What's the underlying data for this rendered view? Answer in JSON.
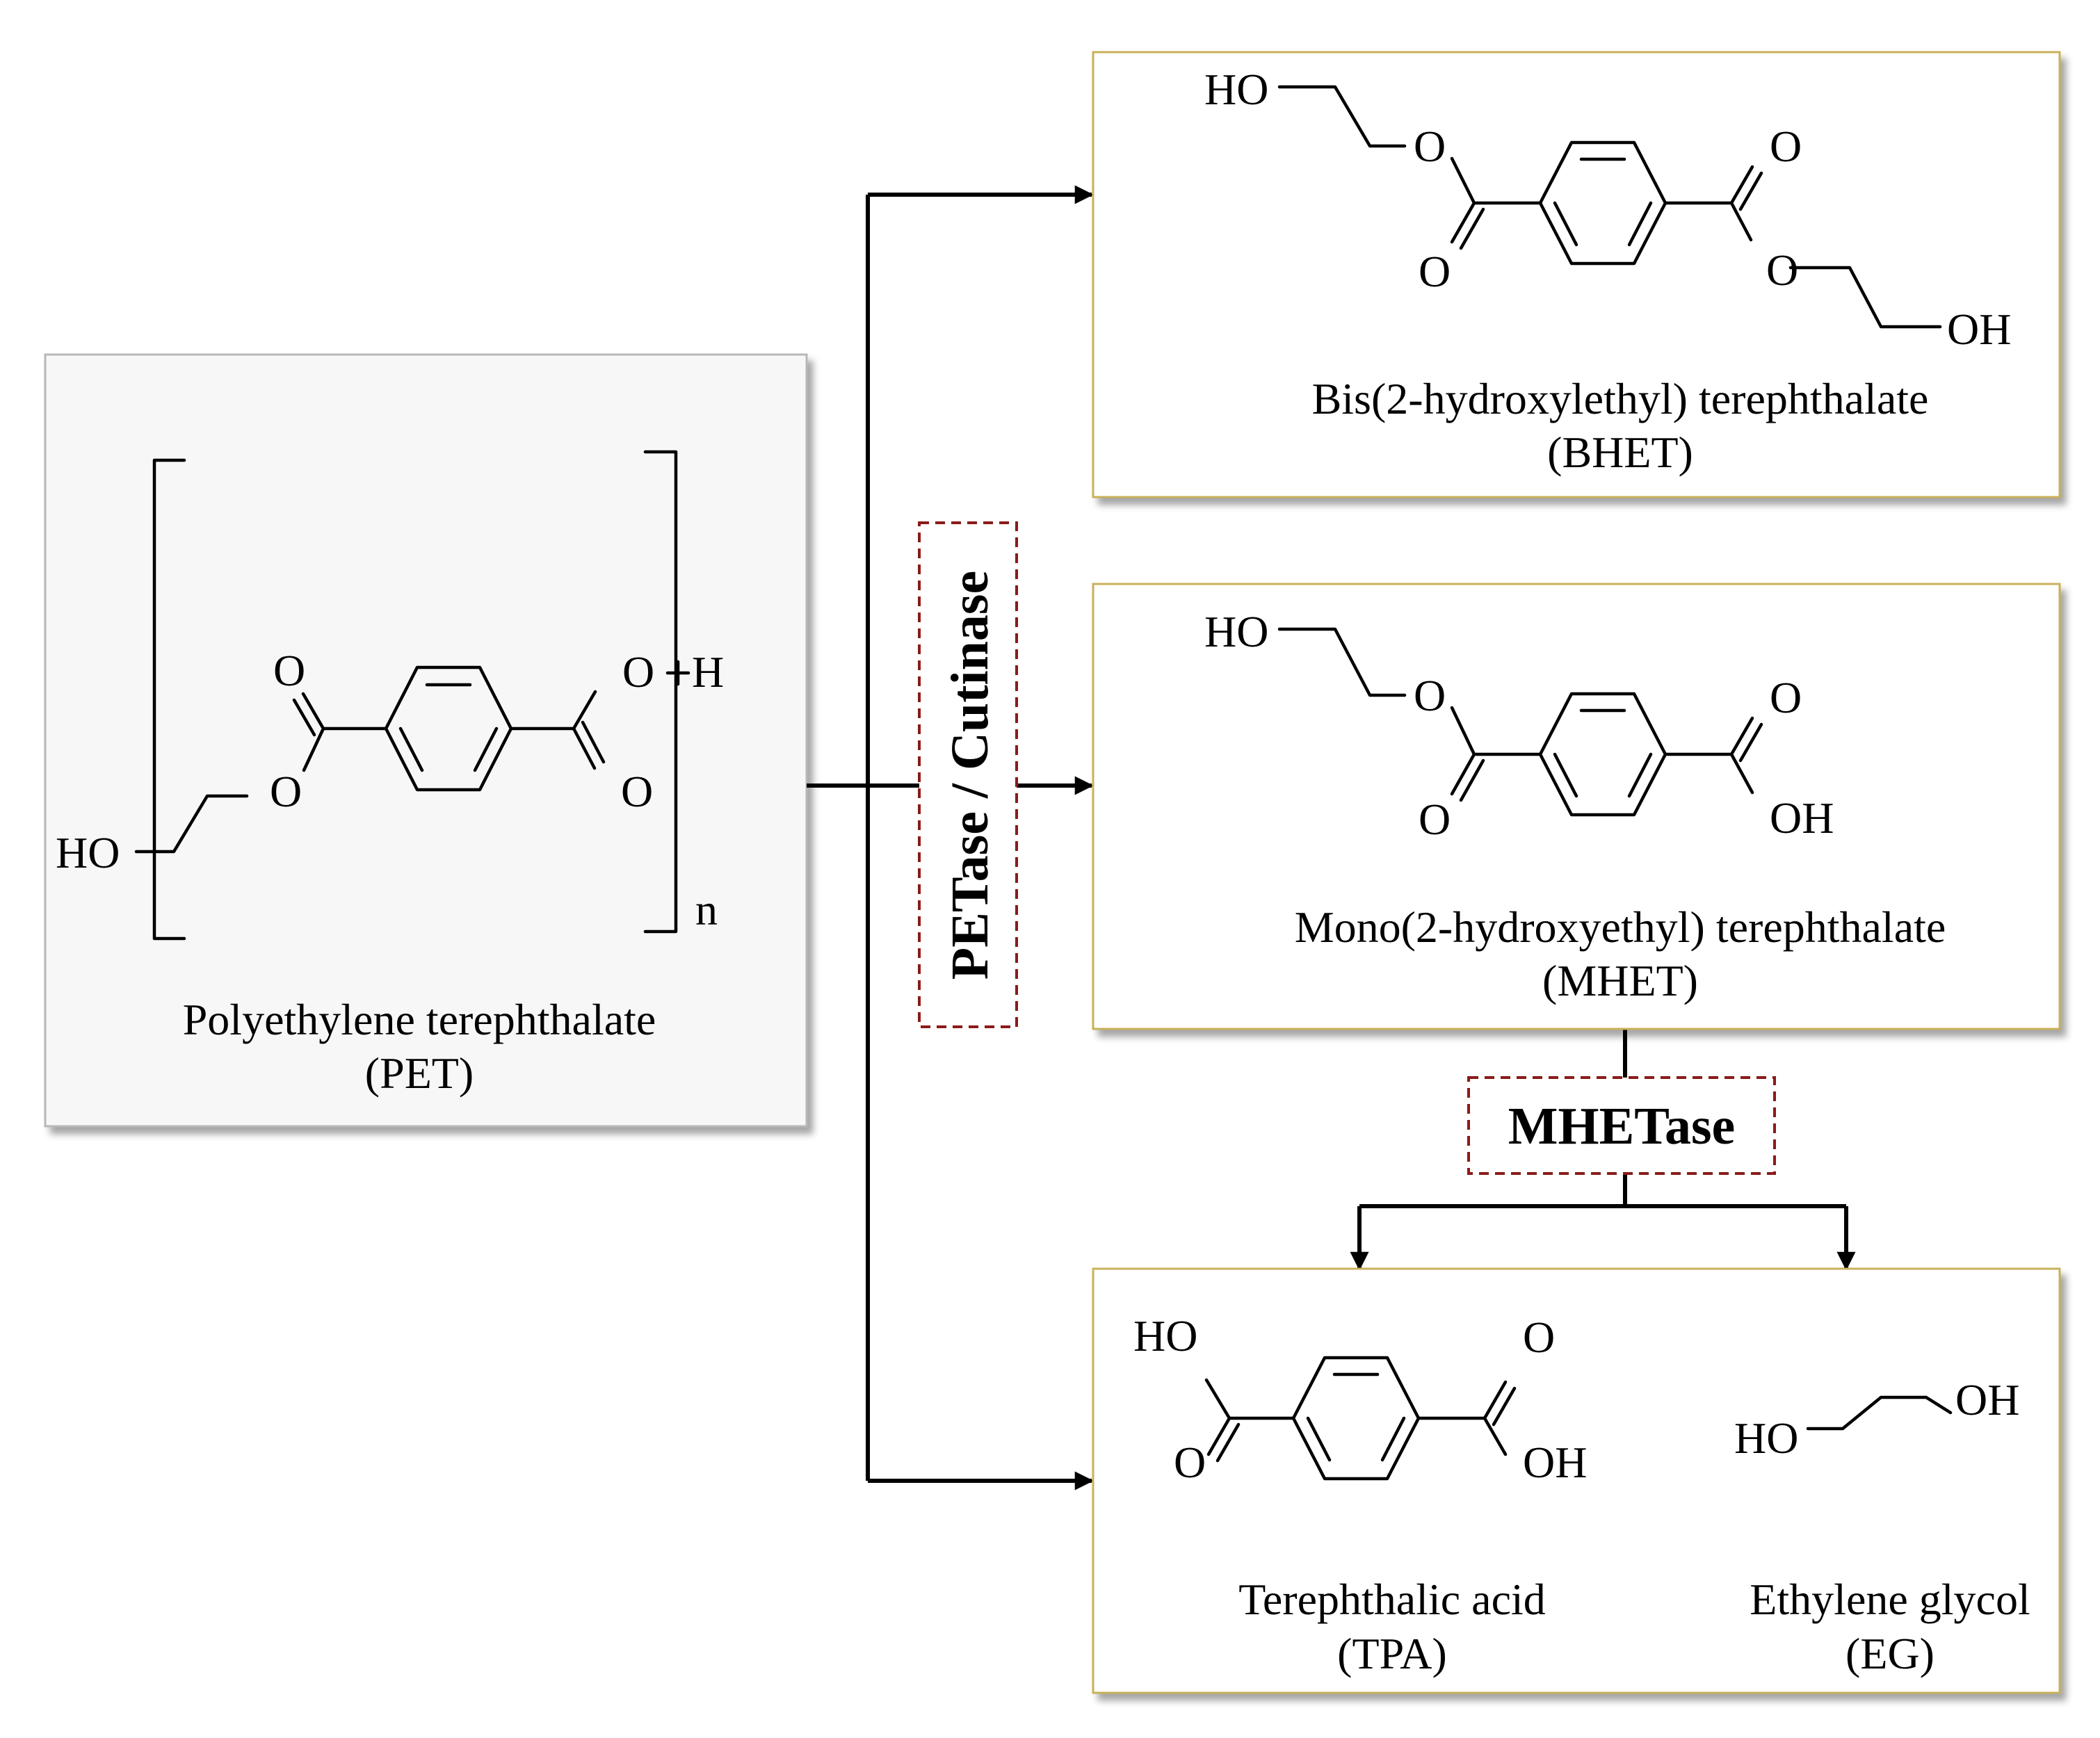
{
  "pet": {
    "name": "Polyethylene terephthalate",
    "abbr": "(PET)",
    "atoms": {
      "ho": "HO",
      "o_ester": "O",
      "o_carbonyl_1": "O",
      "o_carbonyl_2": "O",
      "o_end": "O",
      "h": "H",
      "n": "n"
    }
  },
  "bhet": {
    "name": "Bis(2-hydroxylethyl) terephthalate",
    "abbr": "(BHET)",
    "atoms": {
      "ho": "HO",
      "o_ester_1": "O",
      "o_carbonyl_1": "O",
      "o_carbonyl_2": "O",
      "o_ester_2": "O",
      "oh": "OH"
    }
  },
  "mhet": {
    "name": "Mono(2-hydroxyethyl) terephthalate",
    "abbr": "(MHET)",
    "atoms": {
      "ho": "HO",
      "o_ester": "O",
      "o_carbonyl_1": "O",
      "o_carbonyl_2": "O",
      "oh": "OH"
    }
  },
  "tpa": {
    "name": "Terephthalic acid",
    "abbr": "(TPA)",
    "atoms": {
      "ho": "HO",
      "o_carbonyl_1": "O",
      "o_carbonyl_2": "O",
      "oh": "OH"
    }
  },
  "eg": {
    "name": "Ethylene glycol",
    "abbr": "(EG)",
    "atoms": {
      "ho": "HO",
      "oh": "OH"
    }
  },
  "enzymes": {
    "petase": "PETase / Cutinase",
    "mhetase": "MHETase"
  },
  "colors": {
    "product_border": "#c9b05a",
    "enzyme_border": "#8b1a1a",
    "pet_border": "#b8b8b8",
    "pet_fill": "#f7f7f7"
  }
}
